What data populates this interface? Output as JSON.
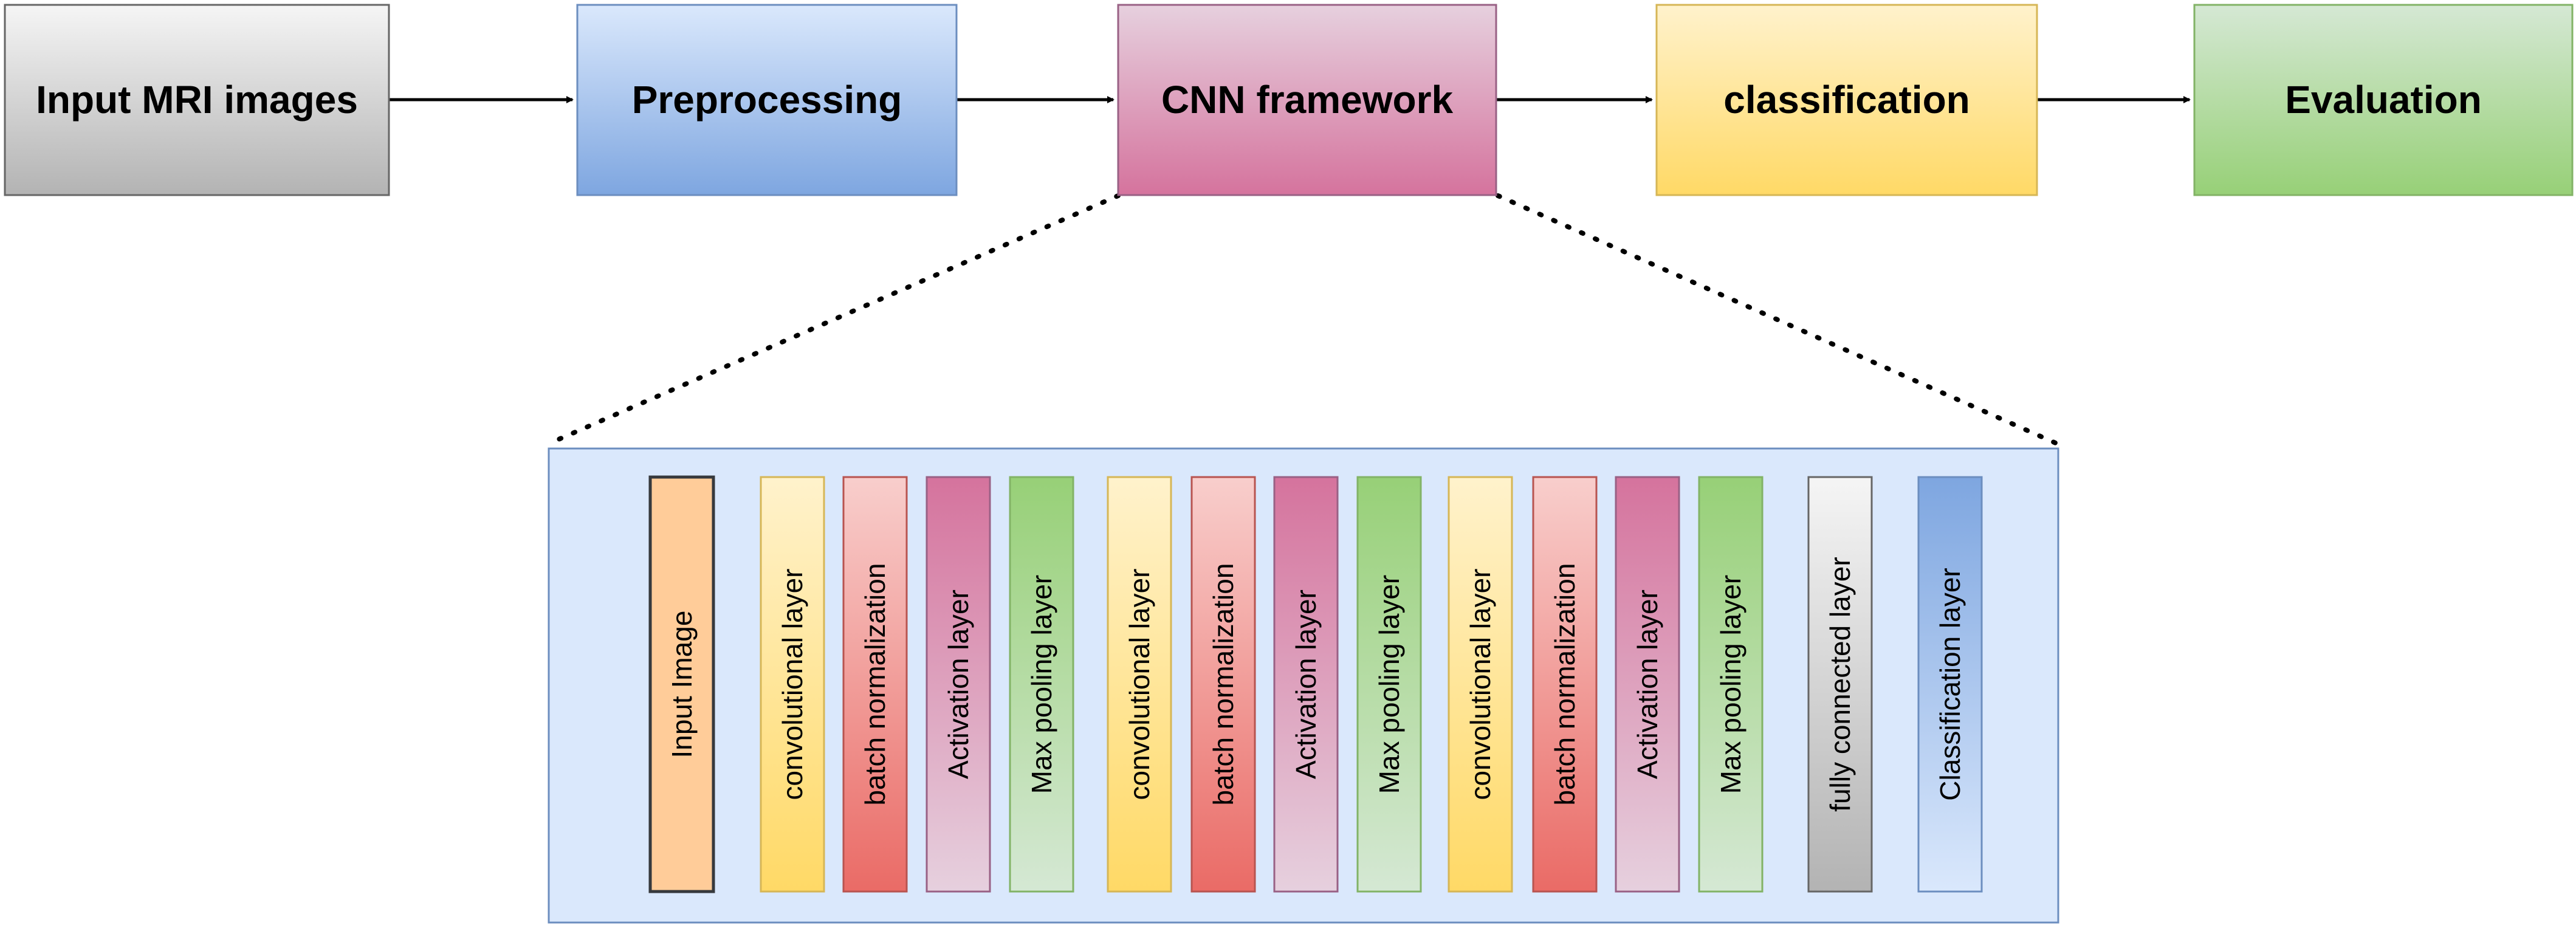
{
  "stages": [
    {
      "id": "input",
      "label": "Input MRI images",
      "colors": [
        "#f5f5f5",
        "#b3b3b3"
      ],
      "stroke": "#666666"
    },
    {
      "id": "preprocessing",
      "label": "Preprocessing",
      "colors": [
        "#dae8fc",
        "#7ea6e0"
      ],
      "stroke": "#6c8ebf"
    },
    {
      "id": "cnn",
      "label": "CNN framework",
      "colors": [
        "#e6d0de",
        "#d5739d"
      ],
      "stroke": "#996185"
    },
    {
      "id": "classification",
      "label": "classification",
      "colors": [
        "#fff2cc",
        "#ffd966"
      ],
      "stroke": "#d6b656"
    },
    {
      "id": "evaluation",
      "label": "Evaluation",
      "colors": [
        "#d5e8d4",
        "#97d077"
      ],
      "stroke": "#82b366"
    }
  ],
  "cnn_panel": {
    "fill": "#dae8fc",
    "stroke": "#6c8ebf"
  },
  "layers": [
    {
      "label": "Input Image",
      "colors": [
        "#ffcc99",
        "#ffcc99"
      ],
      "stroke": "#36393d"
    },
    {
      "label": "convolutional layer",
      "colors": [
        "#fff2cc",
        "#ffd966"
      ],
      "stroke": "#d6b656"
    },
    {
      "label": "batch normalization",
      "colors": [
        "#f8cecc",
        "#ea6b66"
      ],
      "stroke": "#b85450"
    },
    {
      "label": "Activation layer",
      "colors": [
        "#d5739d",
        "#e6d0de"
      ],
      "stroke": "#996185"
    },
    {
      "label": "Max pooling layer",
      "colors": [
        "#97d077",
        "#d5e8d4"
      ],
      "stroke": "#82b366"
    },
    {
      "label": "convolutional layer",
      "colors": [
        "#fff2cc",
        "#ffd966"
      ],
      "stroke": "#d6b656"
    },
    {
      "label": "batch normalization",
      "colors": [
        "#f8cecc",
        "#ea6b66"
      ],
      "stroke": "#b85450"
    },
    {
      "label": "Activation layer",
      "colors": [
        "#d5739d",
        "#e6d0de"
      ],
      "stroke": "#996185"
    },
    {
      "label": "Max pooling layer",
      "colors": [
        "#97d077",
        "#d5e8d4"
      ],
      "stroke": "#82b366"
    },
    {
      "label": "convolutional layer",
      "colors": [
        "#fff2cc",
        "#ffd966"
      ],
      "stroke": "#d6b656"
    },
    {
      "label": "batch normalization",
      "colors": [
        "#f8cecc",
        "#ea6b66"
      ],
      "stroke": "#b85450"
    },
    {
      "label": "Activation layer",
      "colors": [
        "#d5739d",
        "#e6d0de"
      ],
      "stroke": "#996185"
    },
    {
      "label": "Max pooling layer",
      "colors": [
        "#97d077",
        "#d5e8d4"
      ],
      "stroke": "#82b366"
    },
    {
      "label": "fully connected layer",
      "colors": [
        "#f5f5f5",
        "#b3b3b3"
      ],
      "stroke": "#666666"
    },
    {
      "label": "Classification layer",
      "colors": [
        "#7ea6e0",
        "#dae8fc"
      ],
      "stroke": "#6c8ebf"
    }
  ]
}
